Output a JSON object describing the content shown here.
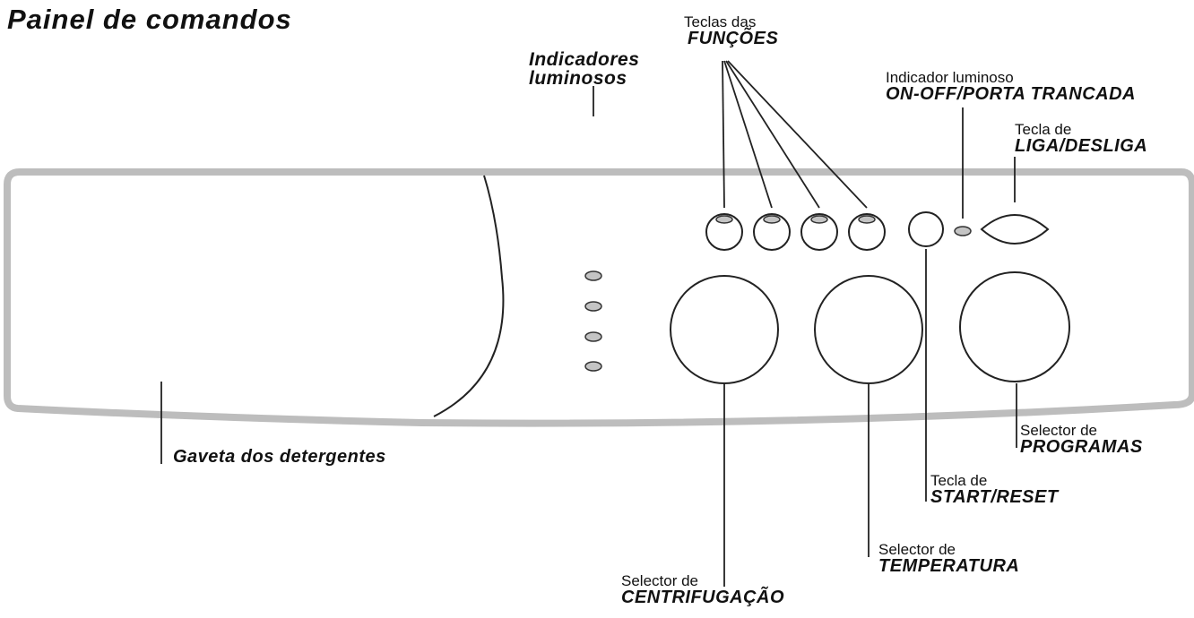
{
  "title": "Painel de comandos",
  "labels": {
    "indicadores": {
      "line1": "Indicadores",
      "line2": "luminosos"
    },
    "funcoes": {
      "small": "Teclas das",
      "big": "FUNÇÕES"
    },
    "indicador_on_off": {
      "small": "Indicador luminoso",
      "big": "ON-OFF/PORTA TRANCADA"
    },
    "liga_desliga": {
      "small": "Tecla de",
      "big": "LIGA/DESLIGA"
    },
    "gaveta": "Gaveta dos detergentes",
    "programas": {
      "small": "Selector de",
      "big": "PROGRAMAS"
    },
    "start_reset": {
      "small": "Tecla de",
      "big": "START/RESET"
    },
    "temperatura": {
      "small": "Selector de",
      "big": "TEMPERATURA"
    },
    "centrifugacao": {
      "small": "Selector de",
      "big": "CENTRIFUGAÇÃO"
    }
  }
}
